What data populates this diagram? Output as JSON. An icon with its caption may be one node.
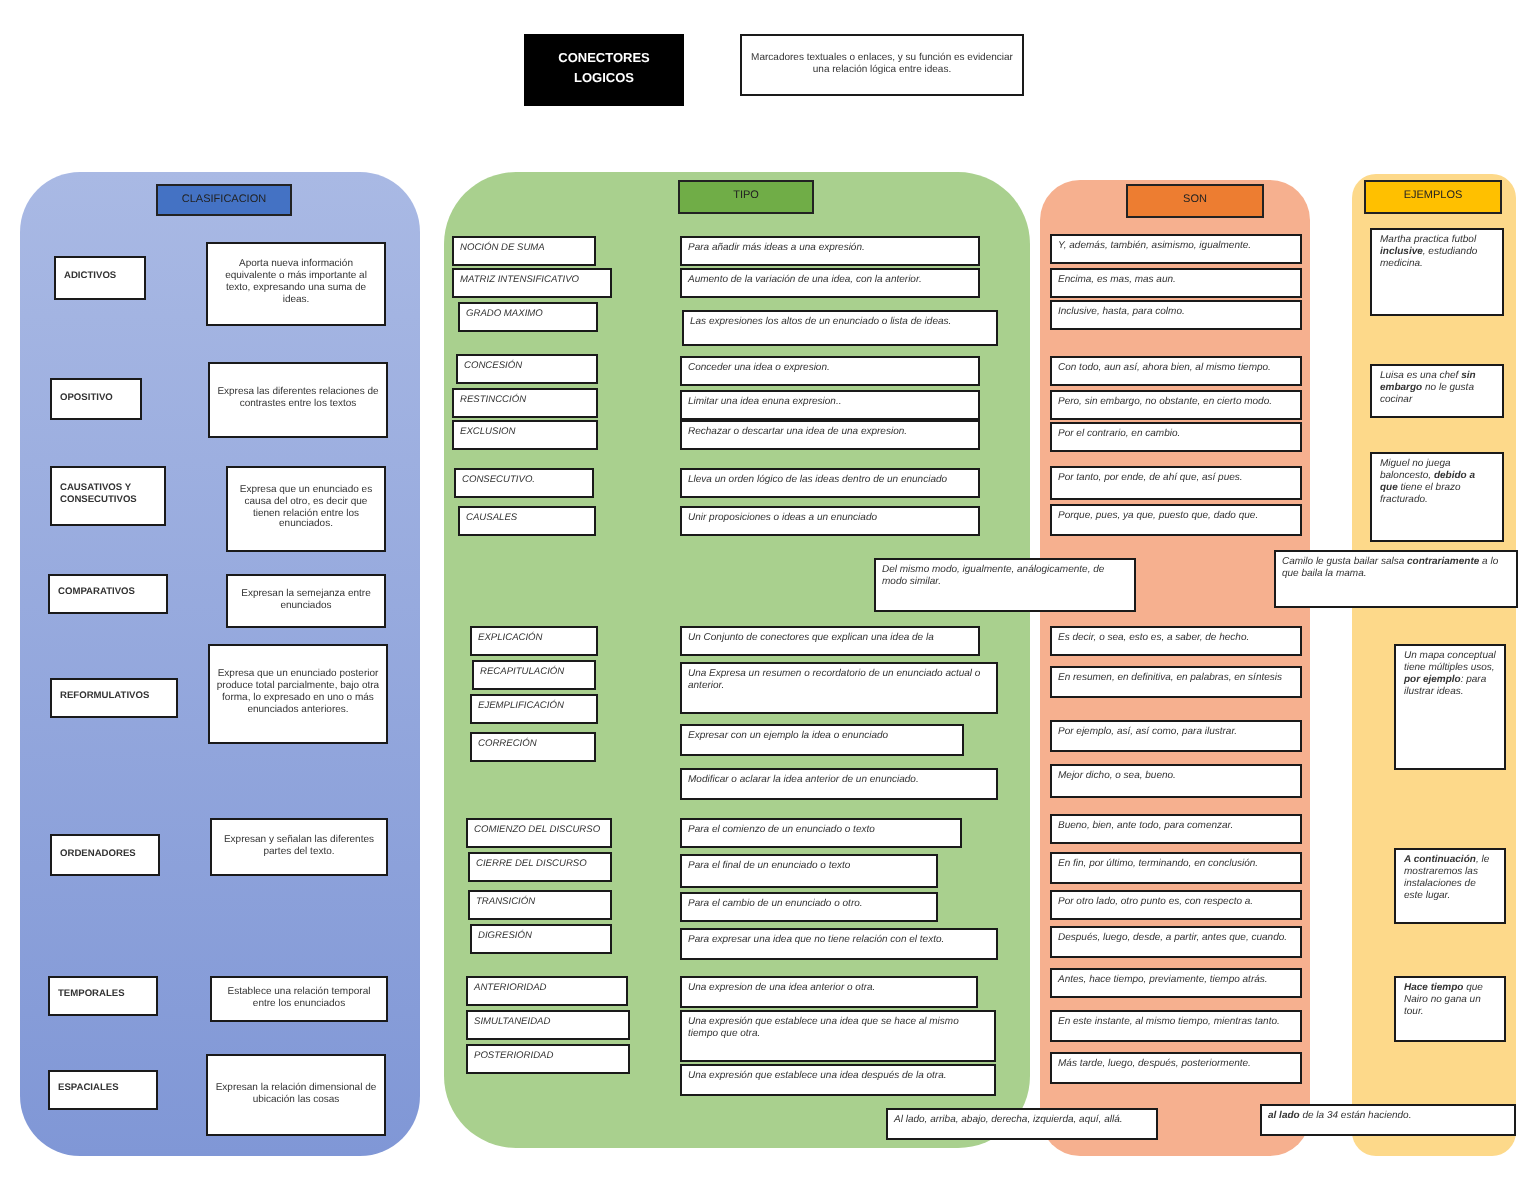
{
  "diagram": {
    "title": "CONECTORES LOGICOS",
    "nodes": [
      {
        "text": [
          "Marcadores textuales o enlaces, y su función es evidenciar una relación lógica entre ideas."
        ]
      },
      {
        "text": [
          "CLASIFICACION"
        ]
      },
      {
        "text": [
          "ADICTIVOS"
        ],
        "in": 1
      },
      {
        "text": [
          "Aporta nueva información equivalente o más importante al texto, expresando una suma de ideas."
        ],
        "in": 1
      },
      {
        "text": [
          "OPOSITIVO"
        ],
        "in": 1
      },
      {
        "text": [
          "Expresa las diferentes relaciones de contrastes entre los textos"
        ],
        "in": 1
      },
      {
        "text": [
          "CAUSATIVOS Y CONSECUTIVOS"
        ],
        "in": 1
      },
      {
        "text": [
          "Expresa que un enunciado es causa del otro, es decir que tienen relación entre los enunciados."
        ],
        "in": 1
      },
      {
        "text": [
          "COMPARATIVOS"
        ],
        "in": 1
      },
      {
        "text": [
          "Expresan la semejanza entre enunciados"
        ],
        "in": 1
      },
      {
        "text": [
          "REFORMULATIVOS"
        ],
        "in": 1
      },
      {
        "text": [
          "Expresa que un enunciado posterior produce total parcialmente, bajo otra forma, lo expresado en uno o más enunciados anteriores."
        ],
        "in": 1
      },
      {
        "text": [
          "ORDENADORES"
        ],
        "in": 1
      },
      {
        "text": [
          "Expresan y señalan las diferentes partes del texto."
        ],
        "in": 1
      },
      {
        "text": [
          "TEMPORALES"
        ],
        "in": 1
      },
      {
        "text": [
          "Establece una relación temporal entre los enunciados"
        ],
        "in": 1
      },
      {
        "text": [
          "ESPACIALES"
        ],
        "in": 1
      },
      {
        "text": [
          "Expresan la relación dimensional de ubicación las cosas"
        ],
        "in": 1
      },
      {
        "text": [
          "TIPO"
        ]
      },
      {
        "text": [
          "NOCIÓN DE SUMA"
        ],
        "in": 18
      },
      {
        "text": [
          "Para añadir más ideas a una expresión."
        ],
        "in": 18
      },
      {
        "text": [
          "MATRIZ INTENSIFICATIVO"
        ],
        "in": 18
      },
      {
        "text": [
          "Aumento de la variación de una idea, con la anterior."
        ],
        "in": 18
      },
      {
        "text": [
          "GRADO MAXIMO"
        ],
        "in": 18
      },
      {
        "text": [
          "Las expresiones los altos de un enunciado o lista de ideas."
        ],
        "in": 18
      },
      {
        "text": [
          "CONCESIÓN"
        ],
        "in": 18
      },
      {
        "text": [
          "Conceder una idea o expresion."
        ],
        "in": 18
      },
      {
        "text": [
          "RESTINCCIÓN"
        ],
        "in": 18
      },
      {
        "text": [
          "Limitar una idea enuna expresion.."
        ],
        "in": 18
      },
      {
        "text": [
          "EXCLUSION"
        ],
        "in": 18
      },
      {
        "text": [
          "Rechazar o descartar una idea de una expresion."
        ],
        "in": 18
      },
      {
        "text": [
          "CONSECUTIVO."
        ],
        "in": 18
      },
      {
        "text": [
          "Lleva un orden lógico de las ideas dentro de un enunciado"
        ],
        "in": 18
      },
      {
        "text": [
          "CAUSALES"
        ],
        "in": 18
      },
      {
        "text": [
          "Unir proposiciones o ideas a un enunciado"
        ],
        "in": 18
      },
      {
        "text": [
          "EXPLICACIÓN"
        ],
        "in": 18
      },
      {
        "text": [
          "Un Conjunto de conectores que explican una idea de la"
        ],
        "in": 18
      },
      {
        "text": [
          "RECAPITULACIÓN"
        ],
        "in": 18
      },
      {
        "text": [
          "Una Expresa un resumen o recordatorio de un enunciado actual o anterior."
        ],
        "in": 18
      },
      {
        "text": [
          "EJEMPLIFICACIÓN"
        ],
        "in": 18
      },
      {
        "text": [
          "CORRECIÓN"
        ],
        "in": 18
      },
      {
        "text": [
          "Expresar con un ejemplo la idea o enunciado"
        ],
        "in": 18
      },
      {
        "text": [
          "Modificar o aclarar la idea anterior de un enunciado."
        ],
        "in": 18
      },
      {
        "text": [
          "COMIENZO DEL DISCURSO"
        ],
        "in": 18
      },
      {
        "text": [
          "Para el comienzo de un enunciado o texto"
        ],
        "in": 18
      },
      {
        "text": [
          "CIERRE DEL DISCURSO"
        ],
        "in": 18
      },
      {
        "text": [
          "Para el final de un enunciado o texto"
        ],
        "in": 18
      },
      {
        "text": [
          "TRANSICIÓN"
        ],
        "in": 18
      },
      {
        "text": [
          "Para el cambio de un enunciado o otro."
        ],
        "in": 18
      },
      {
        "text": [
          "DIGRESIÓN"
        ],
        "in": 18
      },
      {
        "text": [
          "Para expresar una idea que no tiene relación con el texto."
        ],
        "in": 18
      },
      {
        "text": [
          "ANTERIORIDAD"
        ],
        "in": 18
      },
      {
        "text": [
          "Una expresion de una idea anterior o otra."
        ],
        "in": 18
      },
      {
        "text": [
          "SIMULTANEIDAD"
        ],
        "in": 18
      },
      {
        "text": [
          "Una expresión que establece una idea que se hace al mismo tiempo que otra."
        ],
        "in": 18
      },
      {
        "text": [
          "POSTERIORIDAD"
        ],
        "in": 18
      },
      {
        "text": [
          "Una expresión que establece una idea después de la otra."
        ],
        "in": 18
      },
      {
        "text": [
          "SON"
        ]
      },
      {
        "text": [
          "Y, además, también, asimismo, igualmente."
        ],
        "in": 57
      },
      {
        "text": [
          "Encima, es mas, mas aun."
        ],
        "in": 57
      },
      {
        "text": [
          "Inclusive, hasta, para colmo."
        ],
        "in": 57
      },
      {
        "text": [
          "Con todo, aun así, ahora bien, al mismo tiempo."
        ],
        "in": 57
      },
      {
        "text": [
          "Pero, sin embargo, no obstante, en cierto modo."
        ],
        "in": 57
      },
      {
        "text": [
          "Por el contrario, en cambio."
        ],
        "in": 57
      },
      {
        "text": [
          "Por tanto, por ende, de ahí que, así pues."
        ],
        "in": 57
      },
      {
        "text": [
          "Porque, pues, ya que, puesto que, dado que."
        ],
        "in": 57
      },
      {
        "text": [
          "Es decir, o sea, esto es, a saber, de hecho."
        ],
        "in": 57
      },
      {
        "text": [
          "En resumen, en definitiva, en palabras, en síntesis"
        ],
        "in": 57
      },
      {
        "text": [
          "Por ejemplo, así, así como, para ilustrar."
        ],
        "in": 57
      },
      {
        "text": [
          "Mejor dicho, o sea, bueno."
        ],
        "in": 57
      },
      {
        "text": [
          "Bueno, bien, ante todo, para comenzar."
        ],
        "in": 57
      },
      {
        "text": [
          "En fin, por último, terminando, en conclusión."
        ],
        "in": 57
      },
      {
        "text": [
          "Por otro lado, otro punto es, con respecto a."
        ],
        "in": 57
      },
      {
        "text": [
          "Después, luego, desde, a partir, antes que, cuando."
        ],
        "in": 57
      },
      {
        "text": [
          "Antes, hace tiempo, previamente, tiempo atrás."
        ],
        "in": 57
      },
      {
        "text": [
          "En este instante, al mismo tiempo, mientras tanto."
        ],
        "in": 57
      },
      {
        "text": [
          "Más tarde, luego, después, posteriormente."
        ],
        "in": 57
      },
      {
        "text": [
          "EJEMPLOS"
        ]
      },
      {
        "text": [
          "Martha practica futbol **inclusive**, estudiando medicina."
        ],
        "in": 77
      },
      {
        "text": [
          "Luisa es una chef **sin embargo** no le gusta cocinar"
        ],
        "in": 77
      },
      {
        "text": [
          "Miguel no juega baloncesto, **debido a que** tiene el brazo fracturado."
        ],
        "in": 77
      },
      {
        "text": [
          "Un mapa conceptual tiene múltiples usos, **por ejemplo**: para ilustrar ideas."
        ],
        "in": 77
      },
      {
        "text": [
          "**A continuación**, le mostraremos las instalaciones de este lugar."
        ],
        "in": 77
      },
      {
        "text": [
          "**Hace tiempo** que Nairo no gana un tour."
        ],
        "in": 77
      },
      {
        "text": [
          "Del mismo modo, igualmente, análogicamente, de modo similar."
        ]
      },
      {
        "text": [
          "Camilo le gusta bailar salsa **contrariamente** a lo que baila la mama."
        ]
      },
      {
        "text": [
          "Al lado, arriba, abajo, derecha, izquierda, aquí, allá."
        ]
      },
      {
        "text": [
          "**al lado** de la 34 están haciendo."
        ]
      }
    ]
  }
}
